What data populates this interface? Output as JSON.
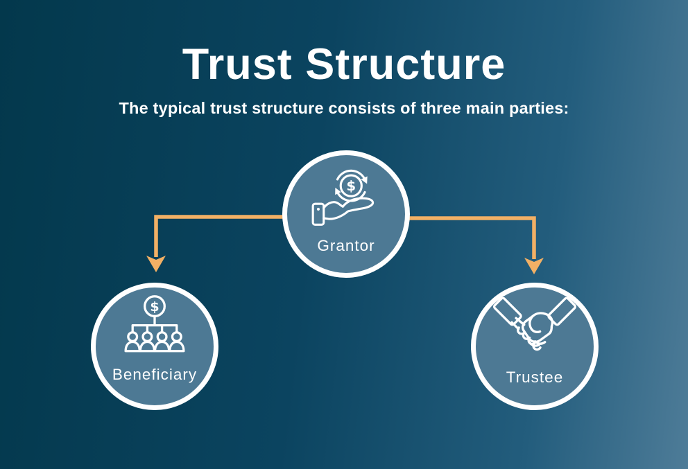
{
  "header": {
    "title": "Trust Structure",
    "subtitle": "The typical trust structure consists of three main parties:"
  },
  "nodes": [
    {
      "id": "grantor",
      "label": "Grantor",
      "icon": "hand-holding-dollar-icon"
    },
    {
      "id": "beneficiary",
      "label": "Beneficiary",
      "icon": "dollar-distribution-group-icon"
    },
    {
      "id": "trustee",
      "label": "Trustee",
      "icon": "handshake-icon"
    }
  ],
  "connectors": [
    {
      "from": "grantor",
      "to": "beneficiary",
      "direction": "down"
    },
    {
      "from": "grantor",
      "to": "trustee",
      "direction": "down"
    }
  ],
  "symbols": {
    "dollar": "$"
  },
  "colors": {
    "background_gradient_start": "#03384c",
    "background_gradient_end": "#4e7c98",
    "circle_fill": "#4d7994",
    "circle_border": "#ffffff",
    "arrow": "#f2b065",
    "text": "#ffffff"
  }
}
